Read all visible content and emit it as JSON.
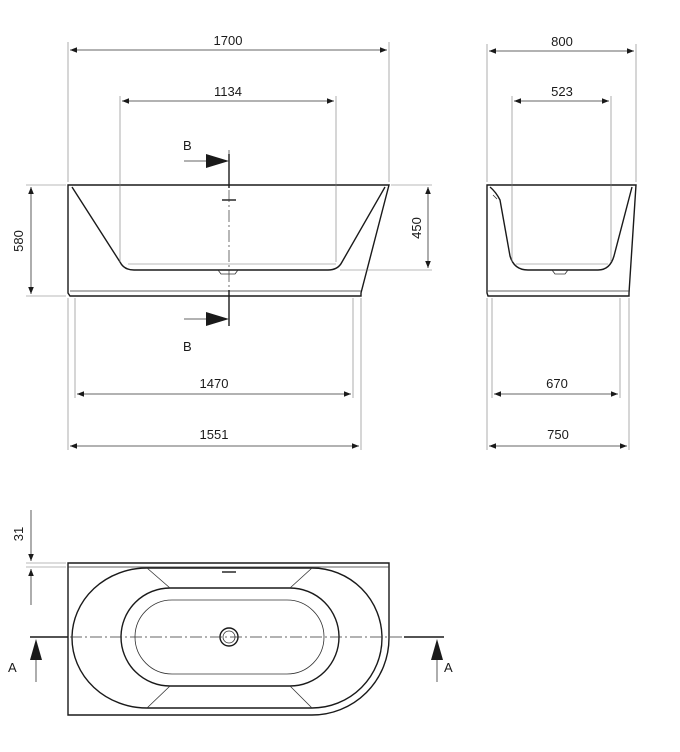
{
  "front_view": {
    "overall_length": "1700",
    "inner_length": "1134",
    "base_length": "1551",
    "foot_length": "1470",
    "overall_height": "580",
    "inner_depth": "450",
    "section_label_top": "B",
    "section_label_bottom": "B"
  },
  "side_view": {
    "overall_width": "800",
    "inner_width": "523",
    "base_width": "750",
    "foot_width": "670"
  },
  "top_view": {
    "rim_offset": "31",
    "section_label_left": "A",
    "section_label_right": "A"
  }
}
